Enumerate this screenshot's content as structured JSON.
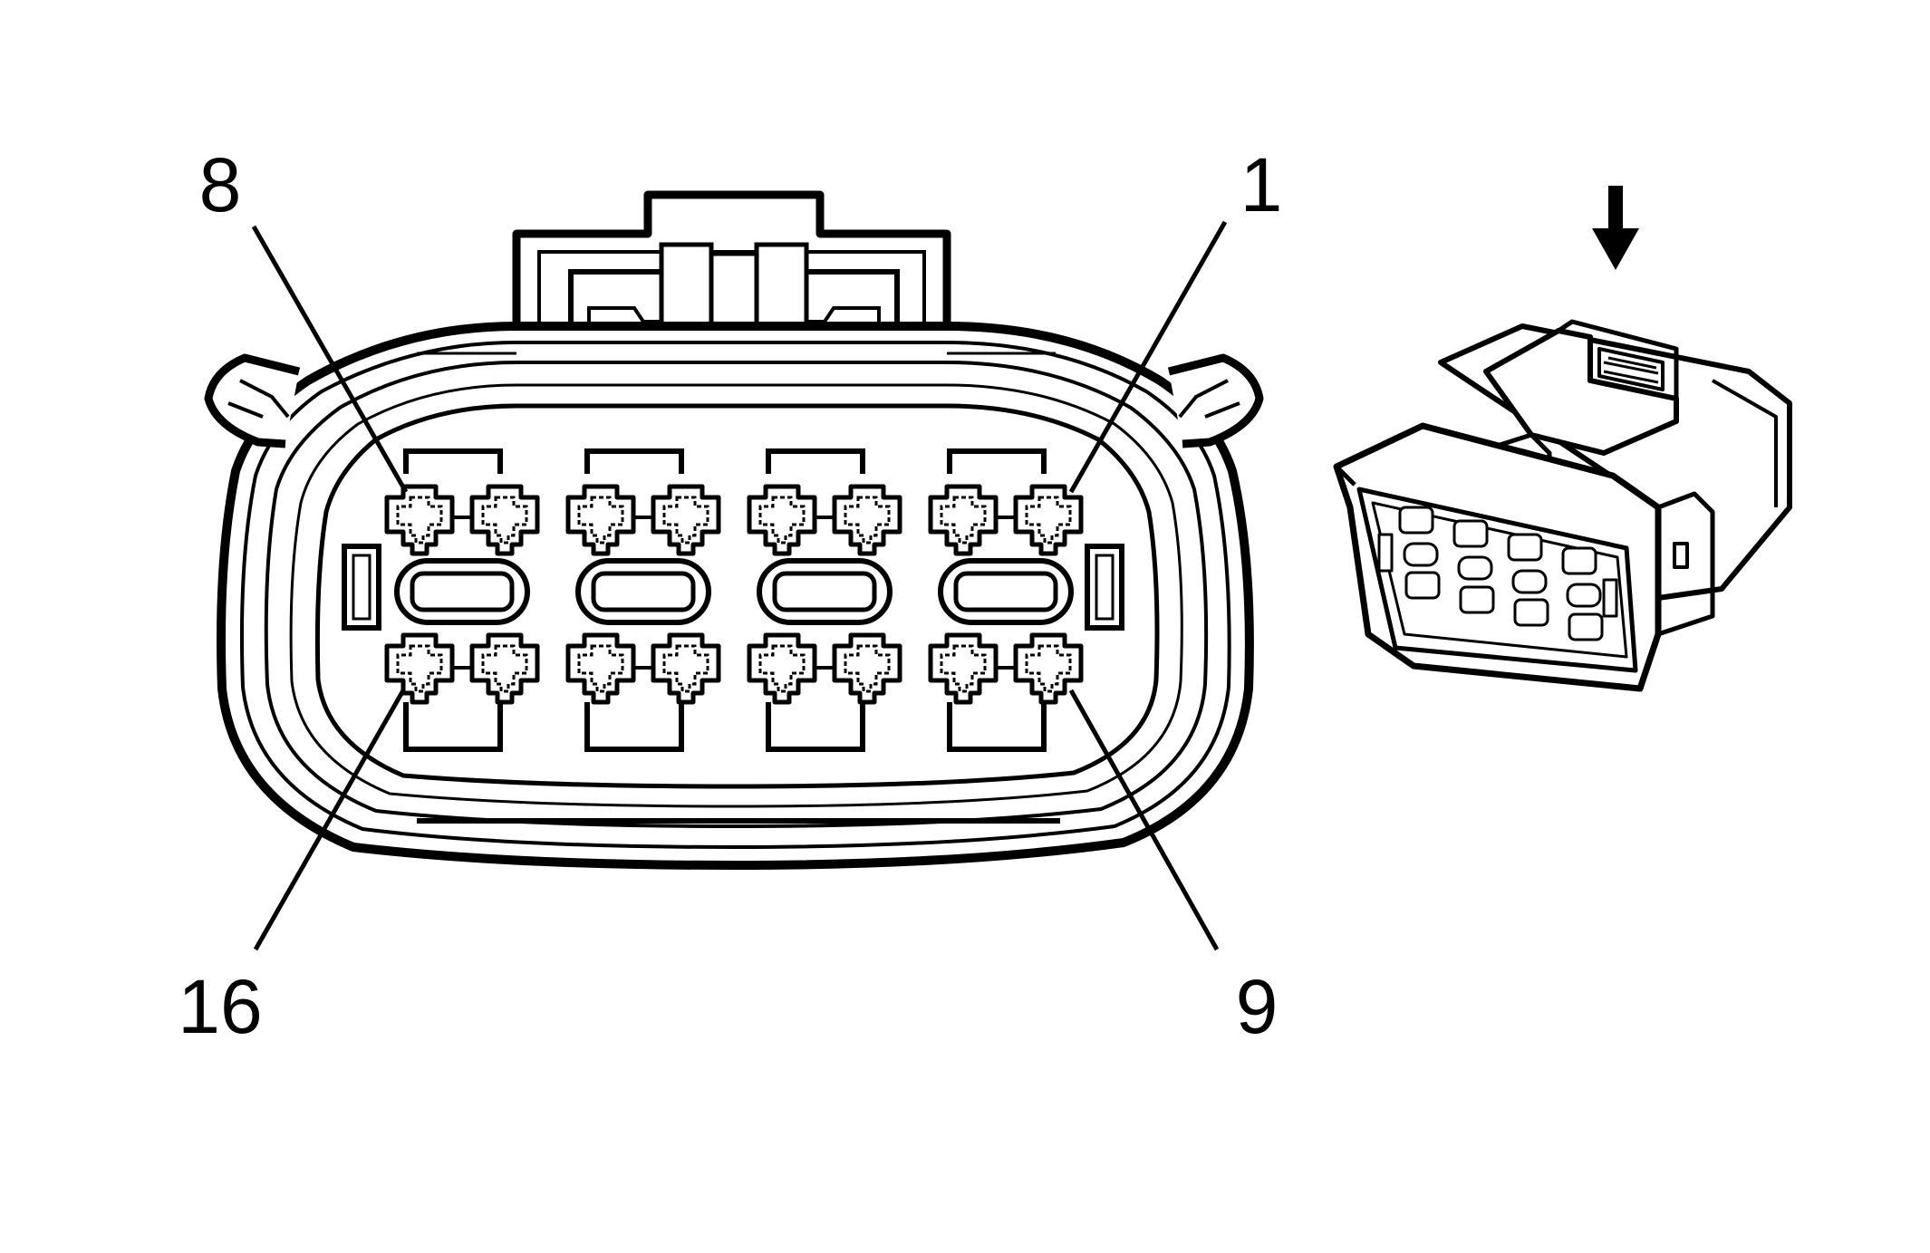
{
  "diagram": {
    "pin_labels": {
      "top_left": "8",
      "top_right": "1",
      "bottom_left": "16",
      "bottom_right": "9"
    },
    "orientation_arrow_icon": "down-arrow-icon",
    "colors": {
      "stroke": "#000000",
      "background": "#ffffff"
    }
  }
}
